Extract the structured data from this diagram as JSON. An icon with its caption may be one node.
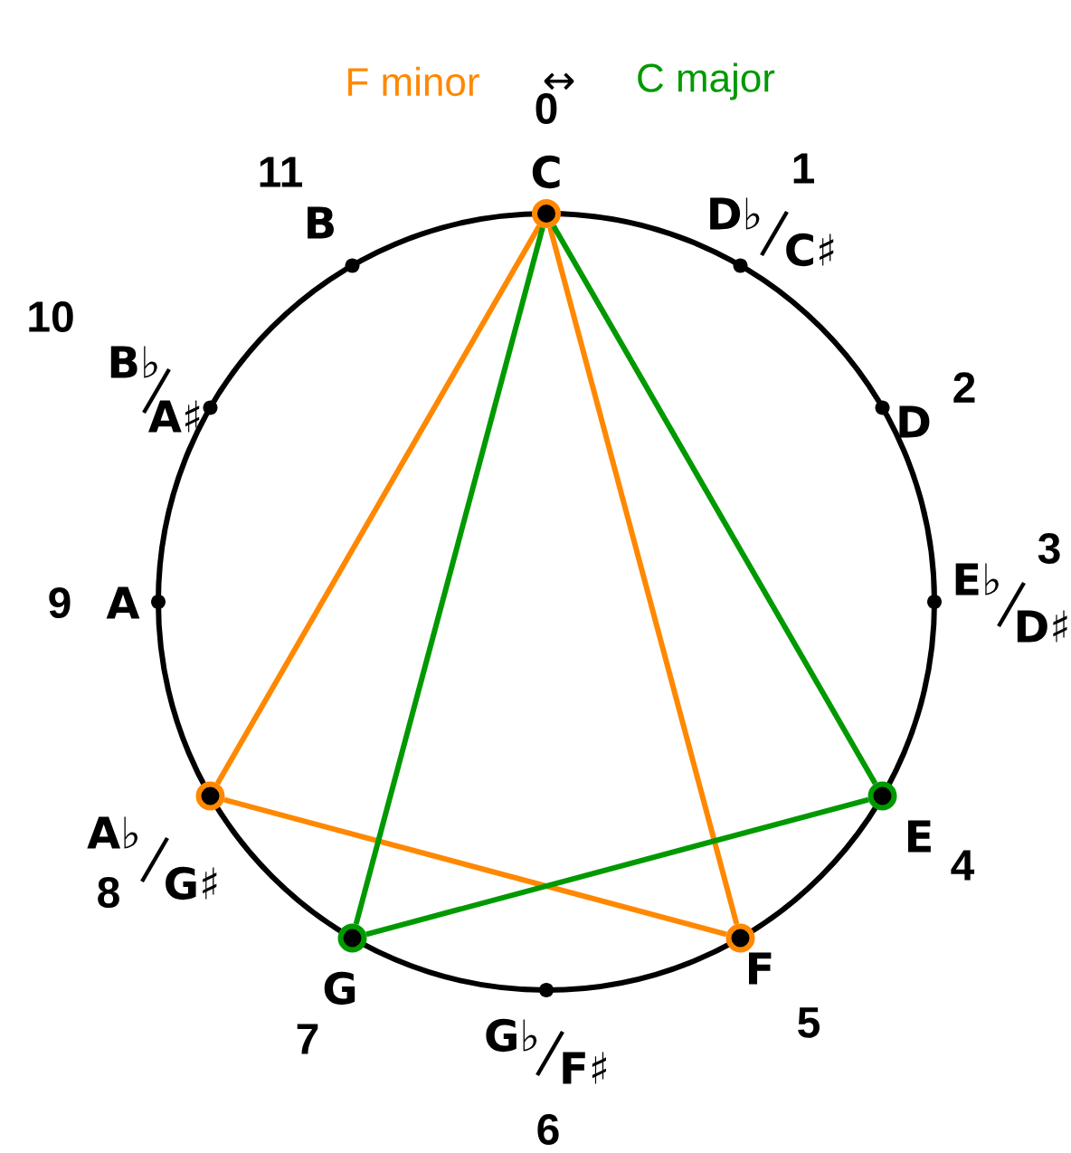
{
  "diagram": {
    "nodes": [
      {
        "text": [],
        "shape": "circle",
        "beside": [
          "C",
          "0"
        ]
      },
      {
        "text": [],
        "shape": "circle",
        "beside": [
          "D♭",
          "C♯",
          "1"
        ]
      },
      {
        "text": [],
        "shape": "circle",
        "beside": [
          "D",
          "2"
        ]
      },
      {
        "text": [],
        "shape": "circle",
        "beside": [
          "E♭",
          "D♯",
          "3"
        ]
      },
      {
        "text": [],
        "shape": "circle",
        "beside": [
          "E",
          "4"
        ]
      },
      {
        "text": [],
        "shape": "circle",
        "beside": [
          "F",
          "5"
        ]
      },
      {
        "text": [],
        "shape": "circle",
        "beside": [
          "G♭",
          "F♯",
          "6"
        ]
      },
      {
        "text": [],
        "shape": "circle",
        "beside": [
          "G",
          "7"
        ]
      },
      {
        "text": [],
        "shape": "circle",
        "beside": [
          "A♭",
          "G♯",
          "8"
        ]
      },
      {
        "text": [],
        "shape": "circle",
        "beside": [
          "A",
          "9"
        ]
      },
      {
        "text": [],
        "shape": "circle",
        "beside": [
          "B♭",
          "A♯",
          "10"
        ]
      },
      {
        "text": [],
        "shape": "circle",
        "beside": [
          "B",
          "11"
        ]
      }
    ],
    "edges": [
      {
        "from": 0,
        "to": 5,
        "arrow": "none",
        "color": "#ff8800"
      },
      {
        "from": 5,
        "to": 8,
        "arrow": "none",
        "color": "#ff8800"
      },
      {
        "from": 8,
        "to": 0,
        "arrow": "none",
        "color": "#ff8800"
      },
      {
        "from": 0,
        "to": 4,
        "arrow": "none",
        "color": "#009900"
      },
      {
        "from": 4,
        "to": 7,
        "arrow": "none",
        "color": "#009900"
      },
      {
        "from": 7,
        "to": 0,
        "arrow": "none",
        "color": "#009900"
      }
    ],
    "labels": [
      "↔"
    ],
    "legend": [
      {
        "text": "F minor",
        "color": "#ff8800"
      },
      {
        "text": "C major",
        "color": "#009900"
      }
    ]
  }
}
